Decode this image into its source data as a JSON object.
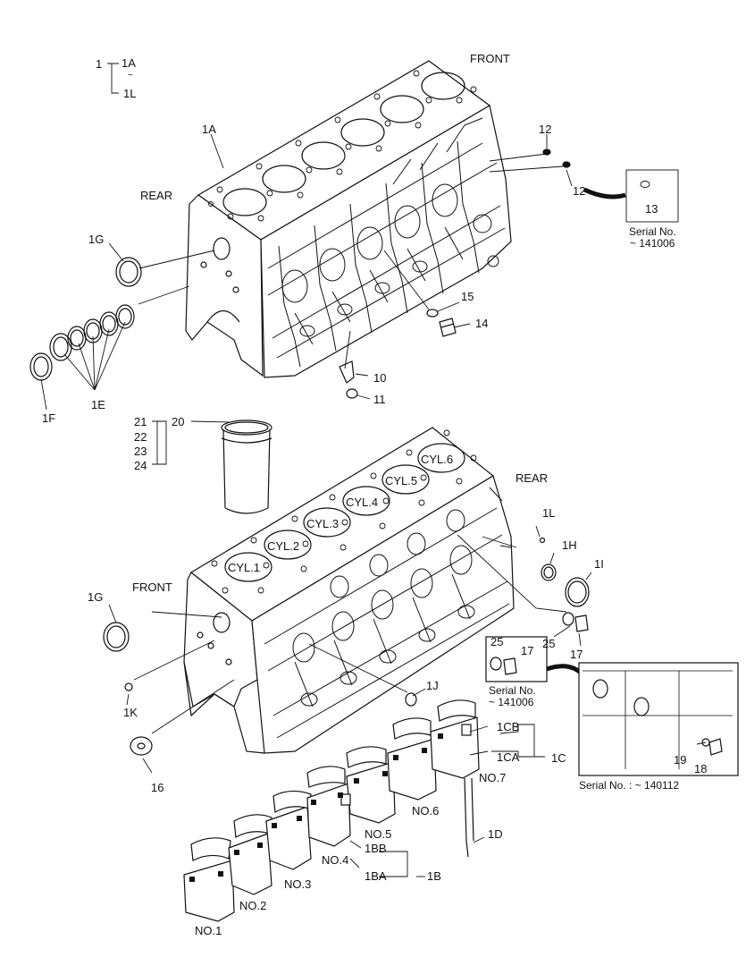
{
  "diagram": {
    "top": {
      "labels": {
        "front": "FRONT",
        "rear": "REAR",
        "l1": "1",
        "l1A_range": "1A",
        "tilde": "~",
        "l1L_range": "1L",
        "l1A": "1A",
        "l1G": "1G",
        "l1F": "1F",
        "l1E": "1E",
        "l10": "10",
        "l11": "11",
        "l12a": "12",
        "l12b": "12",
        "l13": "13",
        "l14": "14",
        "l15": "15"
      },
      "serial_box": {
        "label": "Serial No.",
        "value": "~ 141006"
      }
    },
    "bottom": {
      "labels": {
        "front": "FRONT",
        "rear": "REAR",
        "l20": "20",
        "l21": "21",
        "l22": "22",
        "l23": "23",
        "l24": "24",
        "l1G": "1G",
        "l1K": "1K",
        "l16": "16",
        "l1L": "1L",
        "l1H": "1H",
        "l1I": "1I",
        "l25a": "25",
        "l17a": "17",
        "l1J": "1J",
        "l1CB": "1CB",
        "l1CA": "1CA",
        "l1C": "1C",
        "l1D": "1D",
        "l1BB": "1BB",
        "l1BA": "1BA",
        "l1B": "1B"
      },
      "cylinders": [
        "CYL.1",
        "CYL.2",
        "CYL.3",
        "CYL.4",
        "CYL.5",
        "CYL.6"
      ],
      "caps": [
        "NO.1",
        "NO.2",
        "NO.3",
        "NO.4",
        "NO.5",
        "NO.6",
        "NO.7"
      ],
      "box1": {
        "l25": "25",
        "l17": "17",
        "label": "Serial No.",
        "value": "~ 141006"
      },
      "box2": {
        "l19": "19",
        "l18": "18",
        "caption": "Serial No. : ~ 140112"
      }
    }
  }
}
